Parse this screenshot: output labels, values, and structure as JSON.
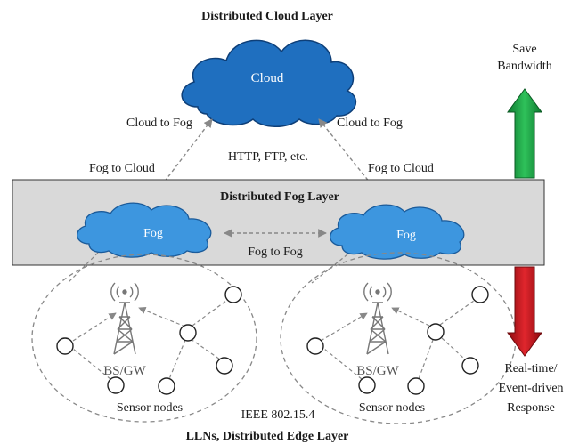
{
  "cloud_layer": {
    "title": "Distributed Cloud Layer",
    "cloud_label": "Cloud",
    "left_down_label": "Cloud to Fog",
    "right_down_label": "Cloud to Fog",
    "left_up_label": "Fog to Cloud",
    "right_up_label": "Fog to Cloud",
    "protocols": "HTTP, FTP, etc."
  },
  "fog_layer": {
    "title": "Distributed Fog Layer",
    "left_fog_label": "Fog",
    "right_fog_label": "Fog",
    "fog_to_fog": "Fog to Fog"
  },
  "edge_layer": {
    "title": "LLNs, Distributed Edge Layer",
    "left_gateway": "BS/GW",
    "right_gateway": "BS/GW",
    "left_sensors": "Sensor nodes",
    "right_sensors": "Sensor nodes",
    "standard": "IEEE 802.15.4"
  },
  "side_arrows": {
    "up_label_line1": "Save",
    "up_label_line2": "Bandwidth",
    "up_color": "#1faa4a",
    "down_label_line1": "Real-time/",
    "down_label_line2": "Event-driven",
    "down_label_line3": "Response",
    "down_color": "#c8161d"
  },
  "colors": {
    "cloud_fill": "#1f6fbf",
    "fog_fill": "#3d96df",
    "fog_band": "#d9d9d9"
  }
}
